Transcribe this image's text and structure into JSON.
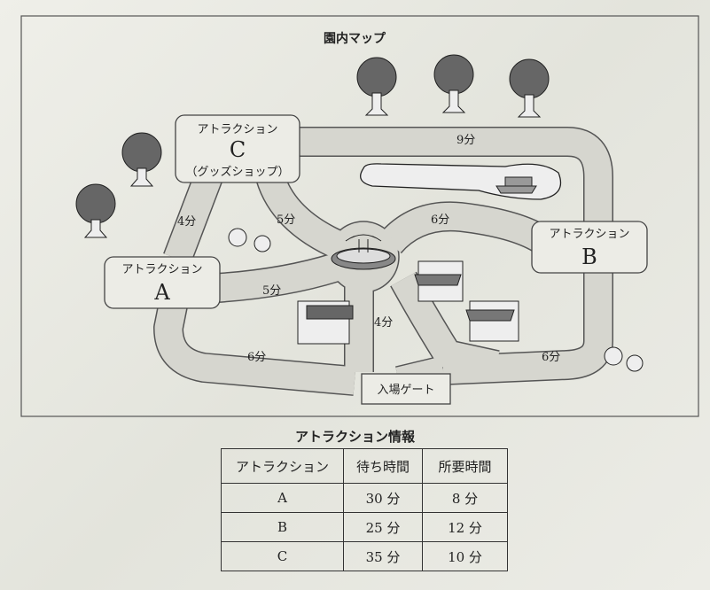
{
  "map": {
    "title": "園内マップ",
    "attraction_label": "アトラクション",
    "attraction_c": {
      "letter": "C",
      "note": "（グッズショップ）"
    },
    "attraction_a": {
      "letter": "A"
    },
    "attraction_b": {
      "letter": "B"
    },
    "gate": "入場ゲート",
    "routes": {
      "c_b": "9分",
      "c_a": "4分",
      "c_fountain": "5分",
      "a_fountain": "5分",
      "fountain_b": "6分",
      "fountain_gate": "4分",
      "a_gate": "6分",
      "b_gate": "6分"
    }
  },
  "table": {
    "title": "アトラクション情報",
    "headers": [
      "アトラクション",
      "待ち時間",
      "所要時間"
    ],
    "rows": [
      [
        "A",
        "30 分",
        "8 分"
      ],
      [
        "B",
        "25 分",
        "12 分"
      ],
      [
        "C",
        "35 分",
        "10 分"
      ]
    ]
  }
}
